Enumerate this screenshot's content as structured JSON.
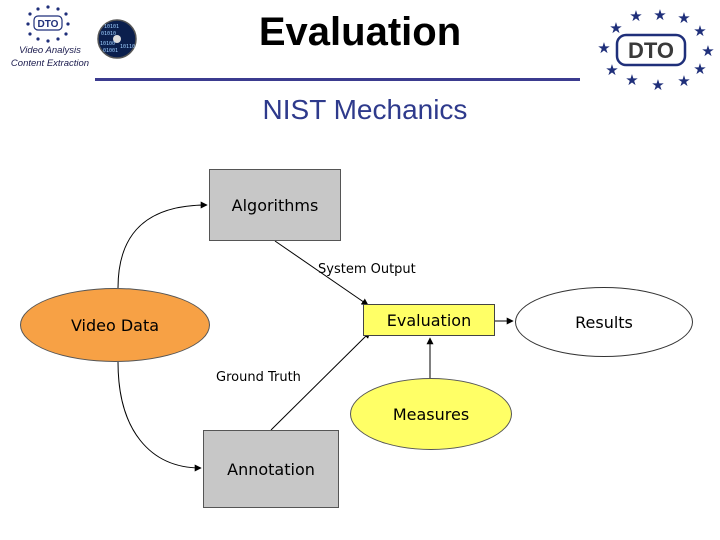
{
  "header": {
    "title": "Evaluation",
    "subtitle": "NIST Mechanics",
    "left_logo": {
      "badge_text": "DTO",
      "line1": "Video Analysis",
      "line2": "Content Extraction",
      "disc_digits": [
        "10101",
        "01010",
        "10100",
        "01001",
        "10110"
      ]
    },
    "right_logo": {
      "badge_text": "DTO"
    }
  },
  "diagram": {
    "nodes": {
      "algorithms": "Algorithms",
      "video_data": "Video Data",
      "evaluation": "Evaluation",
      "results": "Results",
      "measures": "Measures",
      "annotation": "Annotation"
    },
    "edge_labels": {
      "system_output": "System Output",
      "ground_truth": "Ground Truth"
    }
  },
  "colors": {
    "title_line": "#3b3b8f",
    "subtitle": "#2e3a8c",
    "box_gray": "#c7c7c7",
    "video_data_fill": "#f7a145",
    "evaluation_fill": "#ffff66",
    "stars": "#1f2f7a"
  }
}
